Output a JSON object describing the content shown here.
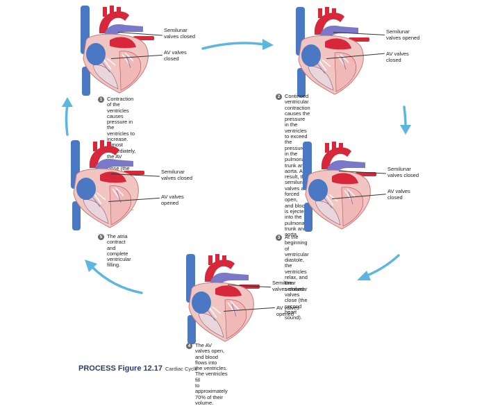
{
  "colors": {
    "accent_arrow": "#5bb6e0",
    "vein_blue": "#4a78c2",
    "artery_red": "#d6283a",
    "muscle_pink": "#f1c6c2",
    "badge_gray": "#6a6a6a"
  },
  "panels": [
    {
      "step": "1",
      "text": "Contraction of the ventricles causes\npressure in the ventricles to increase.\nAlmost immediately, the AV valves\nclose (the first heart sound). The\npressure in the ventricles continues\nto increase.",
      "label_top": "Semilunar\nvalves closed",
      "label_bottom": "AV valves\nclosed"
    },
    {
      "step": "2",
      "text": "Continued ventricular contraction\ncauses the pressure in the ventricles\nto exceed the pressure in the pulmonary\ntrunk and aorta. As a result, the\nsemilunar valves are forced open,\nand blood is ejected into the\npulmonary trunk and aorta.",
      "label_top": "Semilunar\nvalves opened",
      "label_bottom": "AV valves\nclosed"
    },
    {
      "step": "3",
      "text": "At the beginning of ventricular\ndiastole, the ventricles relax, and the\nsemilunar valves close (the second\nheart sound).",
      "label_top": "Semilunar\nvalves closed",
      "label_bottom": "AV valves\nclosed"
    },
    {
      "step": "4",
      "text": "The AV valves open, and blood flows into\nthe ventricles. The ventricles fill\nto approximately 70% of their\nvolume.",
      "label_top": "Semilunar\nvalves closed",
      "label_bottom": "AV valves\nopened"
    },
    {
      "step": "5",
      "text": "The atria contract and complete\nventricular filling.",
      "label_top": "Semilunar\nvalves closed",
      "label_bottom": "AV valves\nopened"
    }
  ],
  "caption": {
    "figure": "PROCESS Figure 12.17",
    "title": "Cardiac Cycle"
  }
}
